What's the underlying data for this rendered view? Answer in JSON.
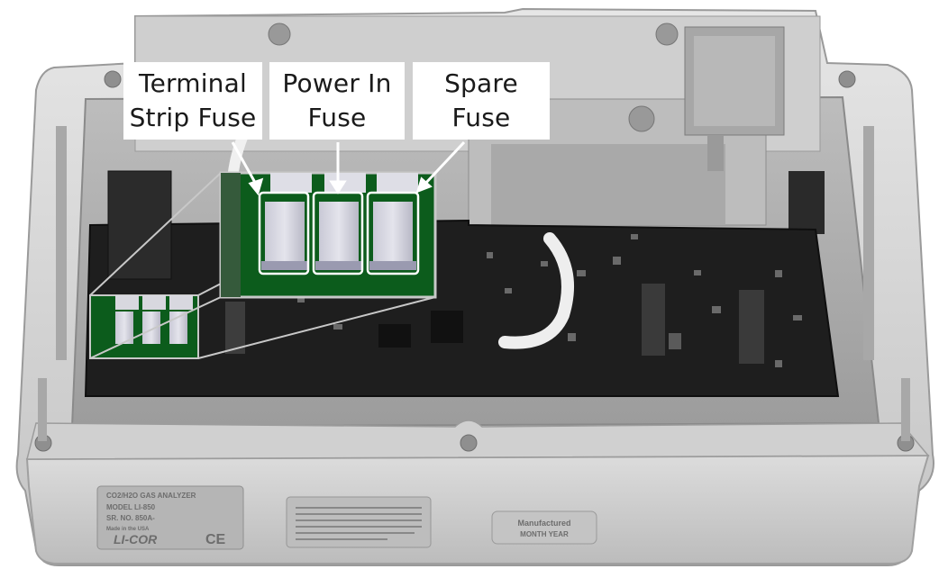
{
  "callouts": [
    {
      "line1": "Terminal",
      "line2": "Strip Fuse"
    },
    {
      "line1": "Power In",
      "line2": "Fuse"
    },
    {
      "line1": "Spare",
      "line2": "Fuse"
    }
  ],
  "labels": {
    "model_plate": {
      "title": "CO2/H2O GAS ANALYZER",
      "model": "MODEL  LI-850",
      "serial": "SR. NO.  850A-",
      "origin": "Made in the USA",
      "brand": "LI-COR",
      "ce_mark": "CE"
    },
    "date_plate": {
      "line1": "Manufactured",
      "line2": "MONTH  YEAR"
    }
  },
  "colors": {
    "pcb_green": "#0c5c1c",
    "pcb_dark": "#1c1c1c",
    "enclosure": "#d6d6d6",
    "fuse_highlight": "#ffffff"
  }
}
